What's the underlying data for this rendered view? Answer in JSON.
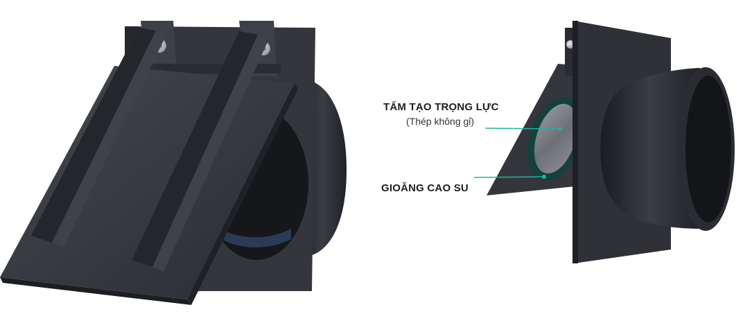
{
  "labels": {
    "gravity_plate": "TẤM TẠO TRỌNG LỰC",
    "gravity_plate_material": "(Thép không gỉ)",
    "rubber_gasket": "GIOĂNG CAO SU"
  },
  "colors": {
    "body_dark": "#2e3036",
    "body_mid": "#3b3e45",
    "body_light": "#4a4d55",
    "pipe_dark": "#1c1e23",
    "leader_line": "#20b2a0",
    "gasket_ring": "#15403c",
    "steel": "#8a8c90"
  },
  "icons": [
    "bolt-icon"
  ]
}
